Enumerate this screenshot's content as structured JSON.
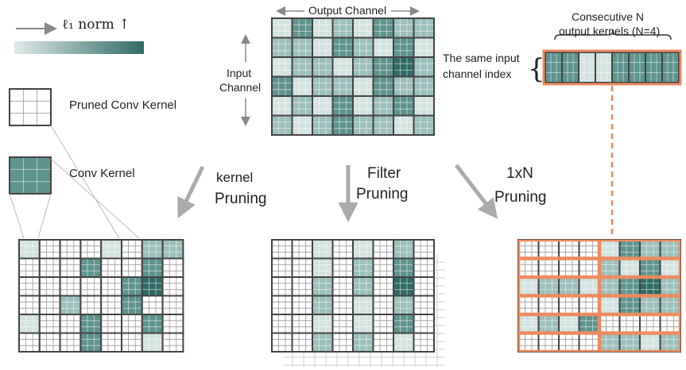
{
  "legend": {
    "norm_label": "ℓ₁ norm ↑",
    "gradient_from": "#dfeae8",
    "gradient_to": "#2e6b66",
    "pruned_label": "Pruned Conv Kernel",
    "conv_label": "Conv Kernel"
  },
  "top": {
    "output_channel_label": "Output Channel",
    "input_channel_label_line1": "Input",
    "input_channel_label_line2": "Channel"
  },
  "inset": {
    "title_line1": "Consecutive N",
    "title_line2": "output kernels (N=4)",
    "side_line1": "The same input",
    "side_line2": "channel index"
  },
  "arrows": {
    "kernel_line1": "kernel",
    "kernel_line2": "Pruning",
    "filter_line1": "Filter",
    "filter_line2": "Pruning",
    "onexn_line1": "1xN",
    "onexn_line2": "Pruning"
  },
  "colors": {
    "dark": "#2e6b66",
    "mid": "#5e948e",
    "light": "#9cc0bb",
    "pale": "#d3e3e0",
    "highlight": "#ee8a5c",
    "grid": "#444444"
  },
  "matrix": {
    "rows": 6,
    "cols": 8,
    "levels": [
      [
        1,
        3,
        1,
        2,
        1,
        3,
        2,
        2
      ],
      [
        2,
        2,
        1,
        3,
        2,
        1,
        3,
        1
      ],
      [
        1,
        2,
        2,
        1,
        2,
        3,
        4,
        2
      ],
      [
        3,
        1,
        2,
        2,
        1,
        3,
        2,
        2
      ],
      [
        1,
        2,
        1,
        3,
        1,
        2,
        3,
        1
      ],
      [
        2,
        1,
        2,
        3,
        2,
        2,
        1,
        2
      ]
    ]
  },
  "kernel_pruned": [
    [
      1,
      0,
      0,
      0,
      1,
      0,
      1,
      1
    ],
    [
      0,
      0,
      0,
      1,
      0,
      0,
      1,
      0
    ],
    [
      0,
      0,
      0,
      0,
      0,
      1,
      1,
      0
    ],
    [
      0,
      0,
      1,
      0,
      0,
      1,
      0,
      0
    ],
    [
      1,
      0,
      0,
      1,
      0,
      0,
      1,
      0
    ],
    [
      0,
      0,
      0,
      1,
      0,
      0,
      1,
      0
    ]
  ],
  "filter_kept": [
    0,
    0,
    1,
    0,
    1,
    0,
    1,
    0
  ],
  "onexn_kept_blocks": [
    [
      0,
      1
    ],
    [
      0,
      1
    ],
    [
      1,
      1
    ],
    [
      0,
      1
    ],
    [
      1,
      0
    ],
    [
      0,
      1
    ]
  ]
}
